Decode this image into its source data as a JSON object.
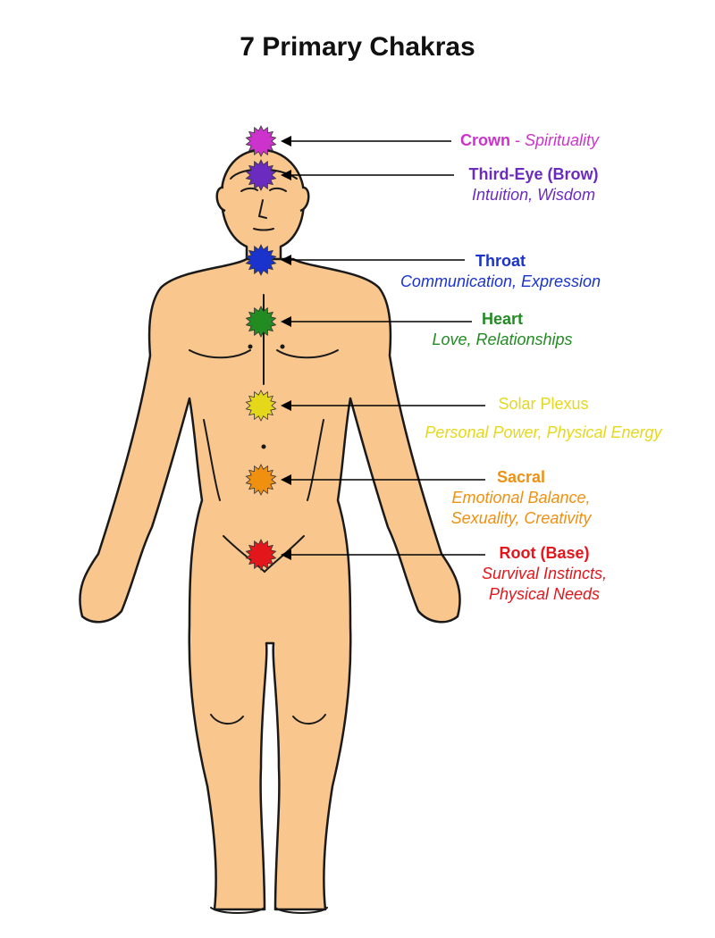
{
  "title": "7 Primary Chakras",
  "colors": {
    "skin": "#f9c68e",
    "outline": "#1a1a1a",
    "arrow": "#000000"
  },
  "chakras": [
    {
      "name": "Crown",
      "separator": " - ",
      "desc": [
        "Spirituality"
      ],
      "color": "#cc33cc"
    },
    {
      "name": "Third-Eye (Brow)",
      "desc": [
        "Intuition, Wisdom"
      ],
      "color": "#6b2bbf"
    },
    {
      "name": "Throat",
      "desc": [
        "Communication, Expression"
      ],
      "color": "#1a33cc"
    },
    {
      "name": "Heart",
      "desc": [
        "Love, Relationships"
      ],
      "color": "#228b22"
    },
    {
      "name": "Solar Plexus",
      "desc": [
        "Personal Power, Physical Energy"
      ],
      "color": "#e5d81a",
      "name_bold": false
    },
    {
      "name": "Sacral",
      "desc": [
        "Emotional Balance,",
        "Sexuality, Creativity"
      ],
      "color": "#f09010"
    },
    {
      "name": "Root (Base)",
      "desc": [
        "Survival Instincts,",
        "Physical Needs"
      ],
      "color": "#e3161b"
    }
  ]
}
